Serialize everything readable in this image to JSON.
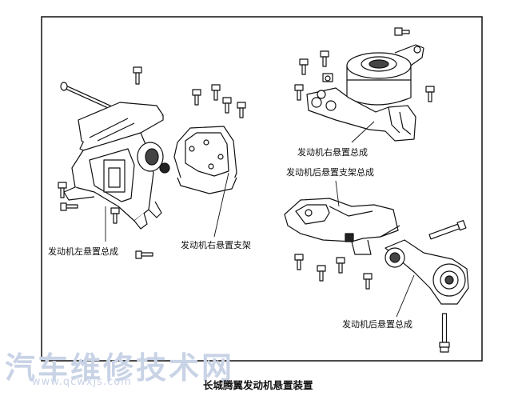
{
  "labels": {
    "left_mount": "发动机左悬置总成",
    "right_bracket": "发动机右悬置支架",
    "right_mount": "发动机右悬置总成",
    "rear_bracket": "发动机后悬置支架总成",
    "rear_mount": "发动机后悬置总成"
  },
  "caption": "长城腾翼发动机悬置装置",
  "watermark": {
    "text": "汽车维修技术网",
    "url": "www.qcwxjs.com"
  }
}
